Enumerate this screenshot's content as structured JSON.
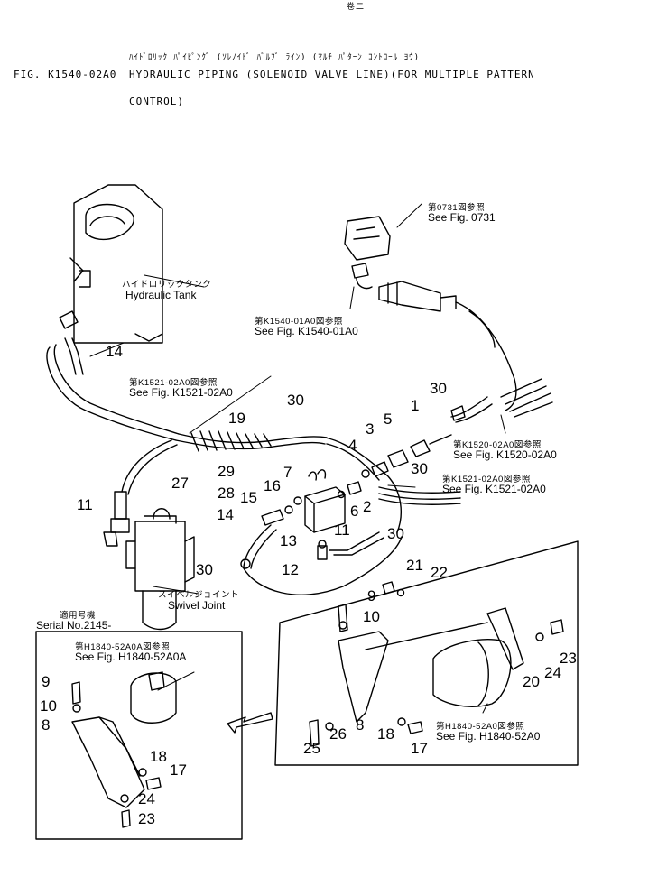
{
  "header": {
    "top_mark": "卷二",
    "jp_title": "ﾊｲﾄﾞﾛﾘｯｸ ﾊﾟｲﾋﾟﾝｸﾞ (ｿﾚﾉｲﾄﾞ ﾊﾞﾙﾌﾞ ﾗｲﾝ) (ﾏﾙﾁ ﾊﾟﾀｰﾝ ｺﾝﾄﾛｰﾙ ﾖｳ)",
    "fig_no": "FIG. K1540-02A0",
    "title_line1": "HYDRAULIC PIPING (SOLENOID VALVE LINE)(FOR MULTIPLE PATTERN",
    "title_line2": "CONTROL)"
  },
  "references": [
    {
      "jp": "第0731図参照",
      "en": "See Fig. 0731"
    },
    {
      "jp": "第K1540-01A0図参照",
      "en": "See Fig. K1540-01A0"
    },
    {
      "jp": "第K1521-02A0図参照",
      "en": "See Fig. K1521-02A0"
    },
    {
      "jp": "第K1520-02A0図参照",
      "en": "See Fig. K1520-02A0"
    },
    {
      "jp": "第K1521-02A0図参照",
      "en": "See Fig. K1521-02A0"
    },
    {
      "jp": "第H1840-52A0A図参照",
      "en": "See Fig. H1840-52A0A"
    },
    {
      "jp": "第H1840-52A0図参照",
      "en": "See Fig. H1840-52A0"
    }
  ],
  "components": {
    "tank_jp": "ハイドロリックタンク",
    "tank_en": "Hydraulic Tank",
    "swivel_jp": "スイベルジョイント",
    "swivel_en": "Swivel Joint",
    "serial_jp": "適用号機",
    "serial_en": "Serial No.2145-"
  },
  "part_numbers": [
    "1",
    "2",
    "3",
    "4",
    "5",
    "6",
    "7",
    "8",
    "9",
    "10",
    "11",
    "11",
    "12",
    "13",
    "14",
    "14",
    "15",
    "16",
    "17",
    "18",
    "19",
    "20",
    "21",
    "22",
    "23",
    "24",
    "25",
    "26",
    "27",
    "28",
    "29",
    "30",
    "30",
    "30",
    "30",
    "30",
    "9",
    "10",
    "8",
    "18",
    "17",
    "24",
    "23"
  ]
}
